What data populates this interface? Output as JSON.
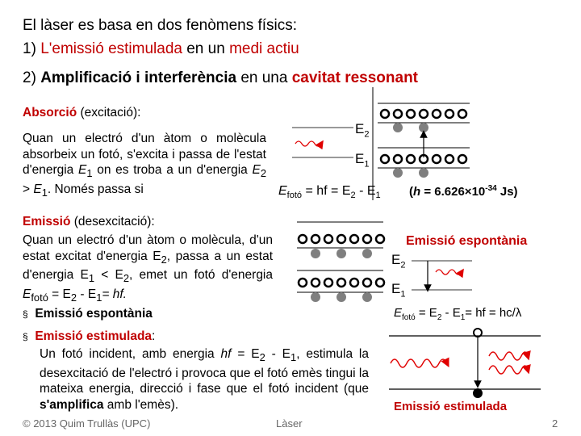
{
  "header": {
    "line1": "El làser es basa en dos fenòmens físics:",
    "line2_prefix": "1) ",
    "line2_term1": "L'emissió estimulada",
    "line2_mid": " en un ",
    "line2_term2": "medi actiu",
    "line3_prefix": "2) ",
    "line3_term1": "Amplificació i interferència",
    "line3_mid": " en una ",
    "line3_term2": "cavitat ressonant"
  },
  "absorption": {
    "heading": "Absorció",
    "heading_note": " (excitació):",
    "p_text1": "Quan un electró d'un àtom o molècula absorbeix un fotó, s'excita i passa de l'estat d'energia ",
    "p_E1": "E",
    "p_E1_sub": "1",
    "p_text2": " on es troba a un d'energia ",
    "p_E2": "E",
    "p_E2_sub": "2",
    "p_text3": " > ",
    "p_E1b": "E",
    "p_E1b_sub": "1",
    "p_text4": ". Només passa si",
    "E2_label": "E",
    "E2_sub": "2",
    "E1_label": "E",
    "E1_sub": "1",
    "formula_E": "E",
    "formula_sub": "fotó",
    "formula_rest": " = hf = E",
    "formula_sub2": "2",
    "formula_minus": " - E",
    "formula_sub1": "1",
    "planck_open": "(",
    "planck_h": "h",
    "planck_eq": " = 6.626×10",
    "planck_exp": "-34",
    "planck_unit": " Js)"
  },
  "emission": {
    "heading": "Emissió",
    "heading_note": " (desexcitació):",
    "p_text1": "Quan un electró d'un àtom o molècula, d'un estat excitat d'energia E",
    "p_sub2": "2",
    "p_text2": ", passa a un estat d'energia E",
    "p_sub1": "1",
    "p_text3": " < E",
    "p_sub2b": "2",
    "p_text4": ", emet un fotó d'energia  ",
    "p_E": "E",
    "p_Esub": "fotó",
    "p_text5": " = E",
    "p_sub2c": "2",
    "p_text6": " - E",
    "p_sub1b": "1",
    "p_text7": "= hf.",
    "bullet1": "Emissió espontània",
    "bullet2": "Emissió estimulada",
    "bullet2_colon": ":",
    "bullet2_text1": "Un fotó incident, amb energia ",
    "bullet2_hf": "hf",
    "bullet2_text2": " = E",
    "bullet2_sub2": "2",
    "bullet2_text3": " - E",
    "bullet2_sub1": "1",
    "bullet2_text4": ", estimula la desexcitació de l'electró i provoca que el fotó emès tingui la mateixa energia, direcció i fase que el fotó incident (que ",
    "bullet2_bold": "s'amplifica",
    "bullet2_text5": " amb l'emès)."
  },
  "spontaneous": {
    "label": "Emissió espontània",
    "E2": "E",
    "E2_sub": "2",
    "E1": "E",
    "E1_sub": "1",
    "formula_E": "E",
    "formula_sub": "fotó",
    "formula_rest1": " = E",
    "formula_sub2": "2",
    "formula_rest2": " - E",
    "formula_sub1": "1",
    "formula_rest3": "= hf = hc/",
    "formula_lambda": "λ"
  },
  "stimulated": {
    "label": "Emissió estimulada"
  },
  "footer": {
    "copyright": "© 2013 Quim Trullàs (UPC)",
    "topic": "Làser",
    "page": "2"
  },
  "colors": {
    "accent_red": "#c00000",
    "arrow_red": "#e00000",
    "atom_fill": "#7f7f7f",
    "level_line": "#222222"
  }
}
